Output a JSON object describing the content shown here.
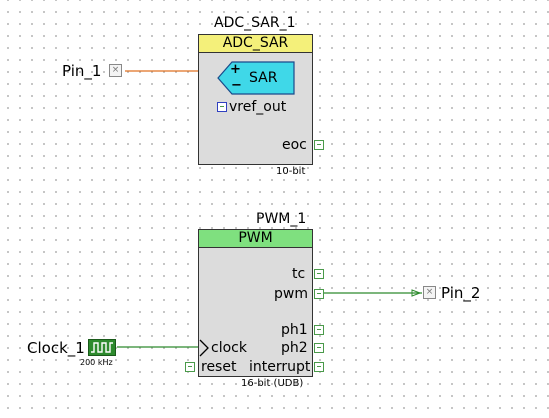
{
  "adc": {
    "instance_name": "ADC_SAR_1",
    "type_name": "ADC_SAR",
    "amp_label": "SAR",
    "plus": "+",
    "minus": "−",
    "vref_label": "vref_out",
    "eoc_label": "eoc",
    "resolution": "10-bit",
    "header_color": "#f4f07a"
  },
  "pwm": {
    "instance_name": "PWM_1",
    "type_name": "PWM",
    "pins": {
      "tc": "tc",
      "pwm": "pwm",
      "ph1": "ph1",
      "ph2": "ph2",
      "clock": "clock",
      "reset": "reset",
      "interrupt": "interrupt"
    },
    "mode": "16-bit (UDB)",
    "header_color": "#7fe07f"
  },
  "pins": {
    "pin1": "Pin_1",
    "pin2": "Pin_2"
  },
  "clock": {
    "name": "Clock_1",
    "frequency": "200 kHz"
  },
  "colors": {
    "wire_analog": "#e07020",
    "wire_digital": "#2e8b2e",
    "amp_fill": "#3fd8e8",
    "vref_wire": "#3040c0"
  }
}
